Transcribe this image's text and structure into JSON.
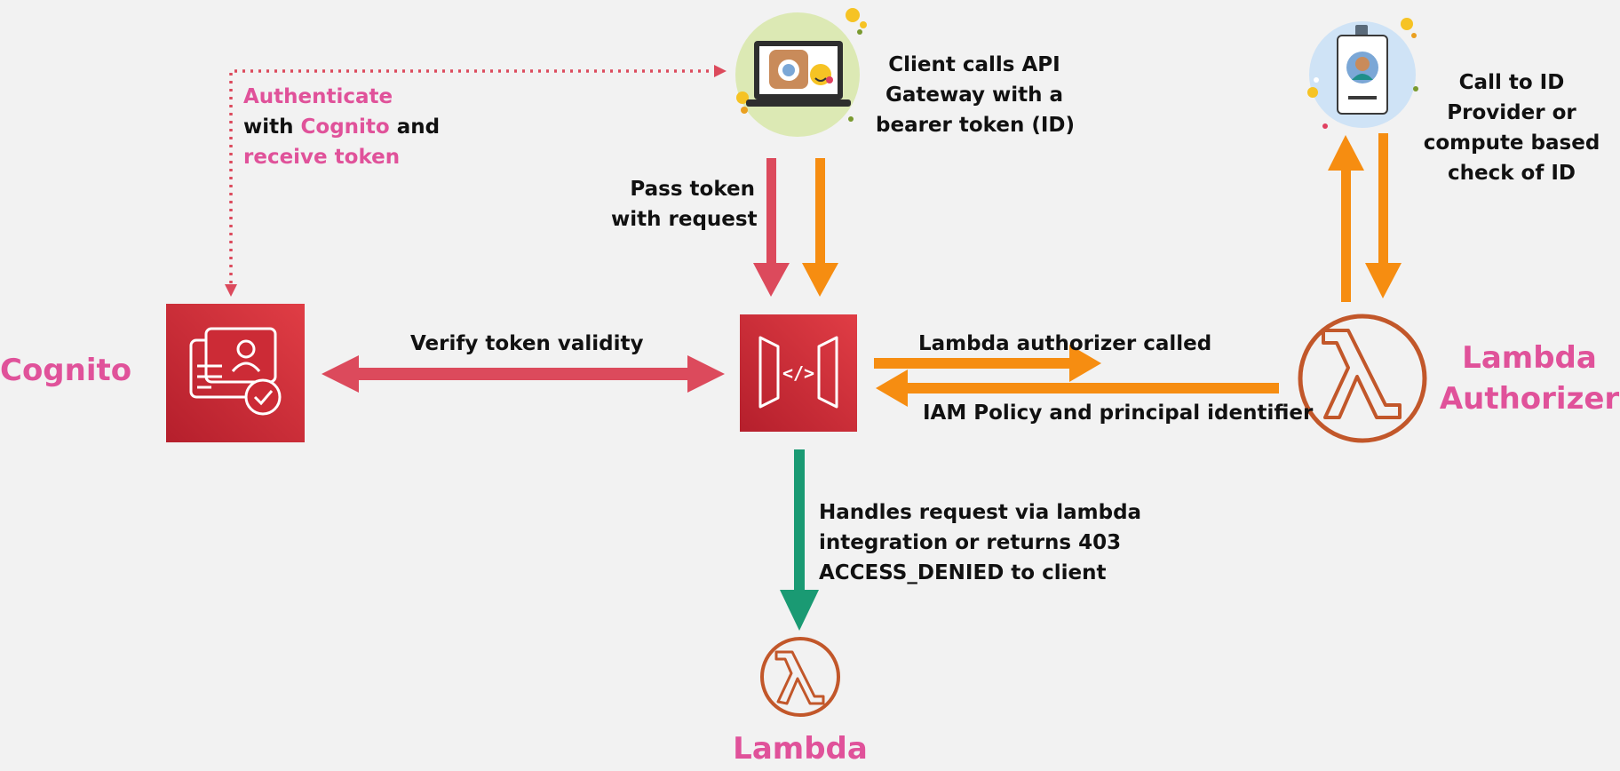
{
  "colors": {
    "background": "#f2f2f2",
    "service_red": "#cc2b36",
    "arrow_red": "#dc4a5c",
    "arrow_orange": "#f68d11",
    "arrow_green": "#1a9a73",
    "lambda_orange": "#c2572a",
    "label_pink": "#e0529a"
  },
  "nodes": {
    "cognito": {
      "label": "Cognito",
      "icon": "cognito-icon"
    },
    "api_gateway": {
      "icon": "api-gateway-icon"
    },
    "lambda_authorizer": {
      "label_line1": "Lambda",
      "label_line2": "Authorizer",
      "icon": "lambda-icon"
    },
    "lambda": {
      "label": "Lambda",
      "icon": "lambda-icon"
    },
    "client": {
      "icon": "laptop-icon"
    },
    "id_provider": {
      "icon": "id-badge-icon"
    }
  },
  "labels": {
    "authenticate": {
      "l1": "Authenticate",
      "l2a": "with ",
      "l2b": "Cognito",
      "l2c": " and",
      "l3": "receive token"
    },
    "client_calls": {
      "l1": "Client calls API",
      "l2": "Gateway with a",
      "l3": "bearer token (ID)"
    },
    "pass_token": {
      "l1": "Pass token",
      "l2": "with request"
    },
    "call_id": {
      "l1": "Call to ID",
      "l2": "Provider or",
      "l3": "compute based",
      "l4": "check of ID"
    },
    "verify": "Verify token validity",
    "authorizer_called": "Lambda authorizer called",
    "iam_policy": "IAM Policy and principal identifier",
    "handles": {
      "l1": "Handles request via lambda",
      "l2": "integration or returns 403",
      "l3": "ACCESS_DENIED to client"
    }
  }
}
